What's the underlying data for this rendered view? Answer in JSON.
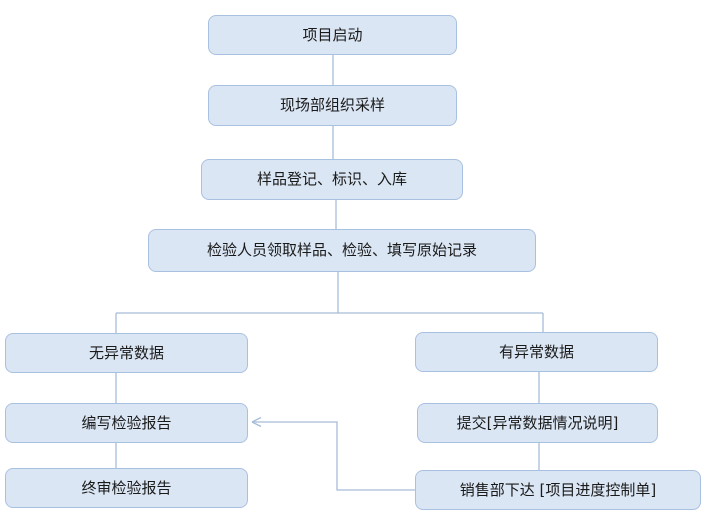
{
  "flowchart": {
    "type": "process-flow-diagram",
    "nodes": [
      {
        "id": "project-start",
        "label": "项目启动"
      },
      {
        "id": "field-sampling",
        "label": "现场部组织采样"
      },
      {
        "id": "sample-registration",
        "label": "样品登记、标识、入库"
      },
      {
        "id": "inspection-records",
        "label": "检验人员领取样品、检验、填写原始记录"
      },
      {
        "id": "no-abnormal-data",
        "label": "无异常数据"
      },
      {
        "id": "write-report",
        "label": "编写检验报告"
      },
      {
        "id": "final-review",
        "label": "终审检验报告"
      },
      {
        "id": "abnormal-data",
        "label": "有异常数据"
      },
      {
        "id": "submit-note",
        "label": "提交[异常数据情况说明]"
      },
      {
        "id": "sales-control",
        "label": "销售部下达 [项目进度控制单]"
      }
    ],
    "edges": [
      {
        "from": "project-start",
        "to": "field-sampling",
        "arrow": false
      },
      {
        "from": "field-sampling",
        "to": "sample-registration",
        "arrow": false
      },
      {
        "from": "sample-registration",
        "to": "inspection-records",
        "arrow": false
      },
      {
        "from": "inspection-records",
        "to": "no-abnormal-data",
        "arrow": false
      },
      {
        "from": "inspection-records",
        "to": "abnormal-data",
        "arrow": false
      },
      {
        "from": "no-abnormal-data",
        "to": "write-report",
        "arrow": false
      },
      {
        "from": "write-report",
        "to": "final-review",
        "arrow": false
      },
      {
        "from": "abnormal-data",
        "to": "submit-note",
        "arrow": false
      },
      {
        "from": "submit-note",
        "to": "sales-control",
        "arrow": false
      },
      {
        "from": "sales-control",
        "to": "write-report",
        "arrow": true
      }
    ]
  },
  "colors": {
    "node_fill": "#dbe6f4",
    "node_border": "#a9c1e0",
    "connector": "#a6bcd8",
    "text": "#1a1a1a",
    "background": "#ffffff"
  }
}
